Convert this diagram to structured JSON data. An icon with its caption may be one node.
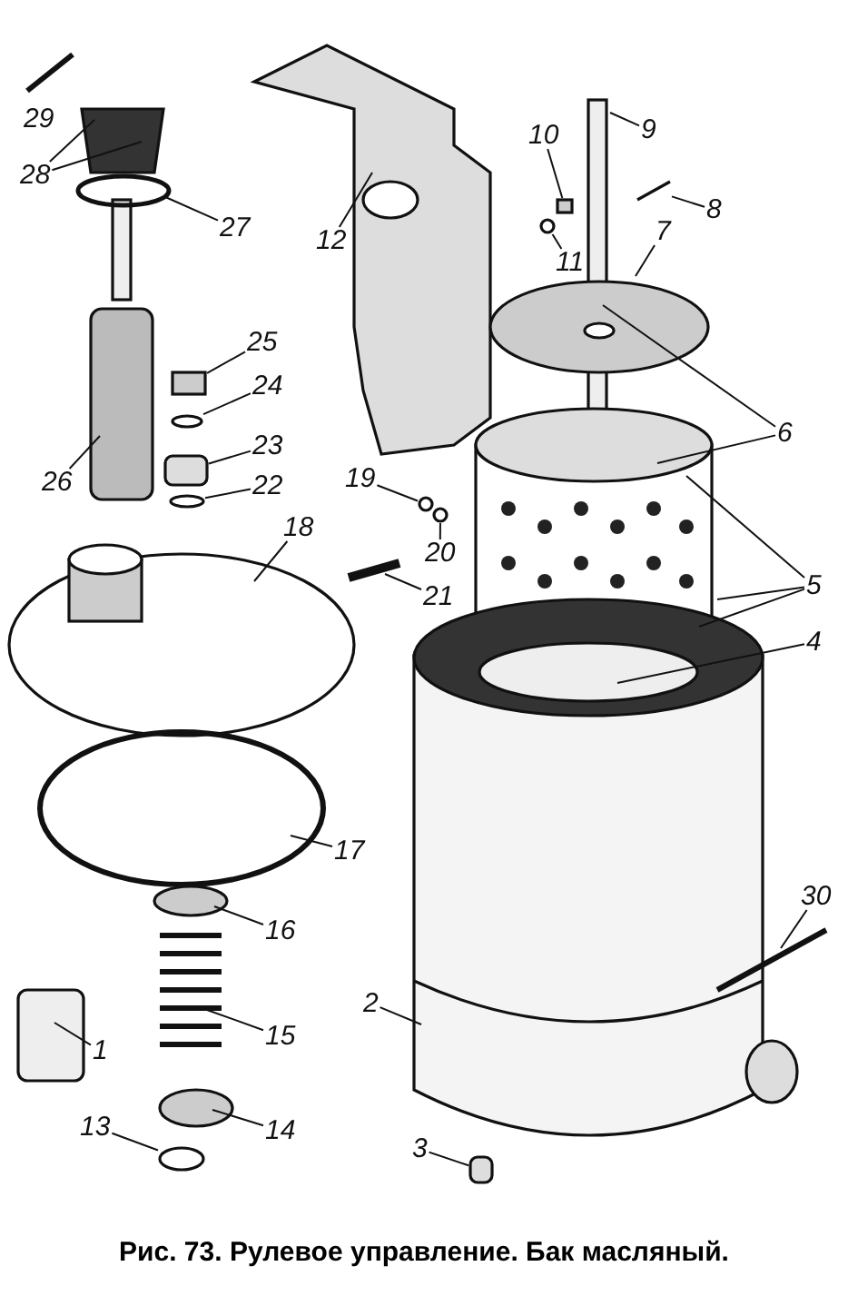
{
  "diagram": {
    "caption": "Рис. 73. Рулевое управление. Бак масляный.",
    "nodes": [
      {
        "text": [
          "1"
        ]
      },
      {
        "text": [
          "2"
        ]
      },
      {
        "text": [
          "3"
        ]
      },
      {
        "text": [
          "4"
        ]
      },
      {
        "text": [
          "5"
        ]
      },
      {
        "text": [
          "6"
        ]
      },
      {
        "text": [
          "7"
        ]
      },
      {
        "text": [
          "8"
        ]
      },
      {
        "text": [
          "9"
        ]
      },
      {
        "text": [
          "10"
        ]
      },
      {
        "text": [
          "11"
        ]
      },
      {
        "text": [
          "12"
        ]
      },
      {
        "text": [
          "13"
        ]
      },
      {
        "text": [
          "14"
        ]
      },
      {
        "text": [
          "15"
        ]
      },
      {
        "text": [
          "16"
        ]
      },
      {
        "text": [
          "17"
        ]
      },
      {
        "text": [
          "18"
        ]
      },
      {
        "text": [
          "19"
        ]
      },
      {
        "text": [
          "20"
        ]
      },
      {
        "text": [
          "21"
        ]
      },
      {
        "text": [
          "22"
        ]
      },
      {
        "text": [
          "23"
        ]
      },
      {
        "text": [
          "24"
        ]
      },
      {
        "text": [
          "25"
        ]
      },
      {
        "text": [
          "26"
        ]
      },
      {
        "text": [
          "27"
        ]
      },
      {
        "text": [
          "28"
        ]
      },
      {
        "text": [
          "29"
        ]
      },
      {
        "text": [
          "30"
        ]
      },
      {
        "text": [],
        "shape": "bar"
      },
      {
        "text": [],
        "shape": "box"
      },
      {
        "text": [],
        "shape": "circle"
      },
      {
        "text": [],
        "shape": "box"
      },
      {
        "text": [],
        "shape": "circle"
      },
      {
        "text": [],
        "shape": "cylinder"
      },
      {
        "text": [],
        "shape": "circle"
      },
      {
        "text": [],
        "shape": "circle"
      },
      {
        "text": [],
        "shape": "circle"
      },
      {
        "text": [],
        "shape": "circle"
      },
      {
        "text": [],
        "shape": "cylinder"
      }
    ],
    "edges": [
      {
        "from": 0,
        "to": null,
        "arrow": "none"
      },
      {
        "from": 1,
        "to": null,
        "arrow": "none"
      },
      {
        "from": 2,
        "to": 40,
        "arrow": "none"
      },
      {
        "from": 3,
        "to": null,
        "arrow": "none"
      },
      {
        "from": 4,
        "to": null,
        "arrow": "none"
      },
      {
        "from": 4,
        "to": null,
        "arrow": "none"
      },
      {
        "from": 4,
        "to": null,
        "arrow": "none"
      },
      {
        "from": 5,
        "to": null,
        "arrow": "none"
      },
      {
        "from": 5,
        "to": null,
        "arrow": "none"
      },
      {
        "from": 6,
        "to": null,
        "arrow": "none"
      },
      {
        "from": 7,
        "to": 30,
        "arrow": "none"
      },
      {
        "from": 8,
        "to": null,
        "arrow": "none"
      },
      {
        "from": 9,
        "to": 31,
        "arrow": "none"
      },
      {
        "from": 10,
        "to": 32,
        "arrow": "none"
      },
      {
        "from": 11,
        "to": null,
        "arrow": "none"
      },
      {
        "from": 12,
        "to": 39,
        "arrow": "none"
      },
      {
        "from": 13,
        "to": null,
        "arrow": "none"
      },
      {
        "from": 14,
        "to": null,
        "arrow": "none"
      },
      {
        "from": 15,
        "to": null,
        "arrow": "none"
      },
      {
        "from": 16,
        "to": null,
        "arrow": "none"
      },
      {
        "from": 17,
        "to": null,
        "arrow": "none"
      },
      {
        "from": 18,
        "to": 37,
        "arrow": "none"
      },
      {
        "from": 19,
        "to": 38,
        "arrow": "none"
      },
      {
        "from": 20,
        "to": null,
        "arrow": "none"
      },
      {
        "from": 21,
        "to": 36,
        "arrow": "none"
      },
      {
        "from": 22,
        "to": 35,
        "arrow": "none"
      },
      {
        "from": 23,
        "to": 34,
        "arrow": "none"
      },
      {
        "from": 24,
        "to": 33,
        "arrow": "none"
      },
      {
        "from": 25,
        "to": null,
        "arrow": "none"
      },
      {
        "from": 26,
        "to": null,
        "arrow": "none"
      },
      {
        "from": 27,
        "to": null,
        "arrow": "none"
      },
      {
        "from": 27,
        "to": null,
        "arrow": "none"
      },
      {
        "from": 29,
        "to": null,
        "arrow": "none"
      }
    ]
  }
}
